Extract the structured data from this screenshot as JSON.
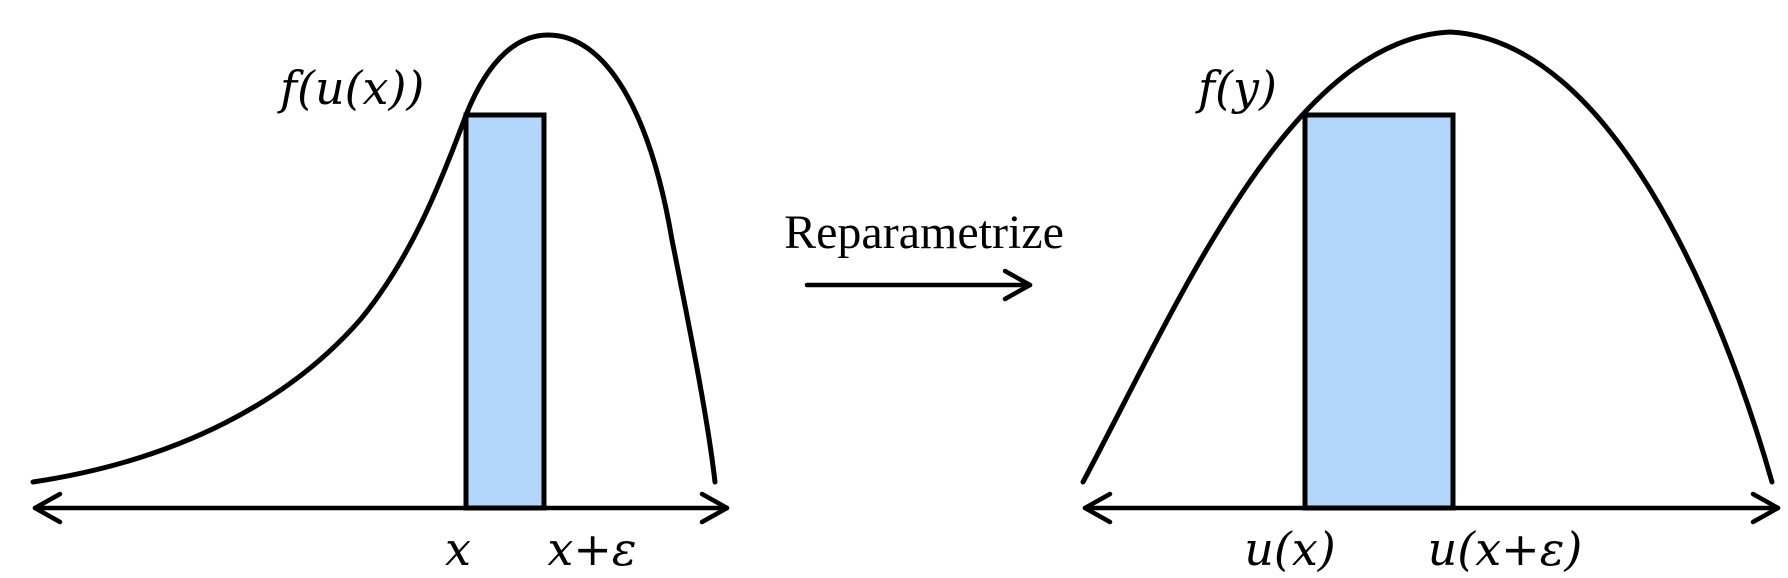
{
  "left_panel": {
    "function_label": "f(u(x))",
    "tick_start": "x",
    "tick_end": "x+ε"
  },
  "transition": {
    "label": "Reparametrize"
  },
  "right_panel": {
    "function_label": "f(y)",
    "tick_start": "u(x)",
    "tick_end": "u(x+ε)"
  },
  "colors": {
    "bar_fill": "#b3d6fb",
    "stroke": "#000000"
  }
}
